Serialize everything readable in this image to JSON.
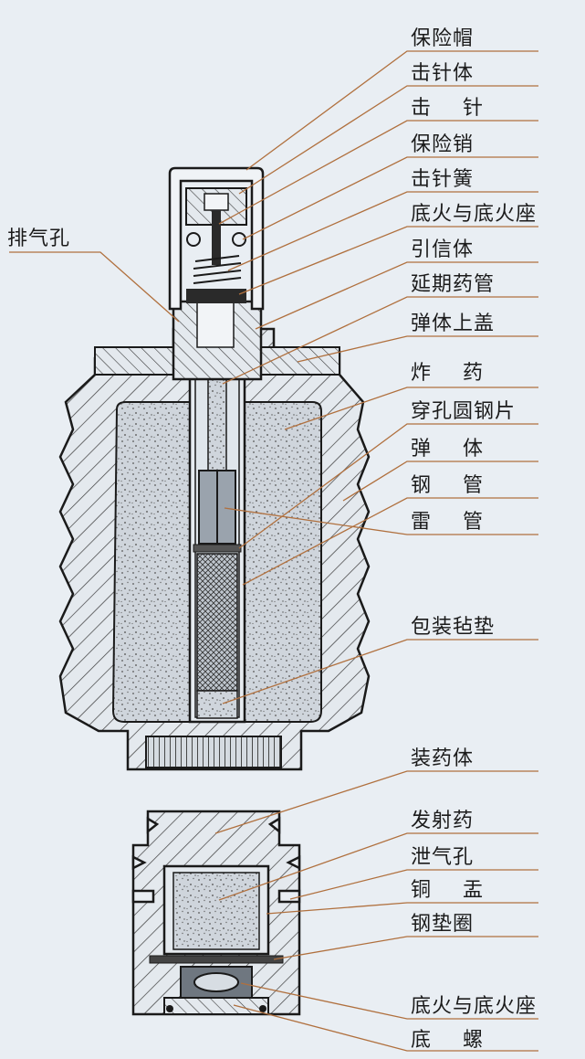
{
  "left_labels": [
    {
      "id": "exhaust_hole",
      "text": "排气孔"
    }
  ],
  "right_labels": [
    {
      "id": "safety_cap",
      "text": "保险帽"
    },
    {
      "id": "firing_pin_body",
      "text": "击针体"
    },
    {
      "id": "firing_pin",
      "text": "击 针"
    },
    {
      "id": "safety_pin",
      "text": "保险销"
    },
    {
      "id": "firing_pin_spring",
      "text": "击针簧"
    },
    {
      "id": "primer_and_seat_top",
      "text": "底火与底火座"
    },
    {
      "id": "fuze_body",
      "text": "引信体"
    },
    {
      "id": "delay_tube",
      "text": "延期药管"
    },
    {
      "id": "body_cover",
      "text": "弹体上盖"
    },
    {
      "id": "explosive",
      "text": "炸 药"
    },
    {
      "id": "perforated_disc",
      "text": "穿孔圆钢片"
    },
    {
      "id": "projectile_body",
      "text": "弹 体"
    },
    {
      "id": "steel_tube",
      "text": "钢 管"
    },
    {
      "id": "detonator",
      "text": "雷 管"
    },
    {
      "id": "felt_pad",
      "text": "包装毡垫"
    },
    {
      "id": "charge_body",
      "text": "装药体"
    },
    {
      "id": "propellant",
      "text": "发射药"
    },
    {
      "id": "vent_hole",
      "text": "泄气孔"
    },
    {
      "id": "copper_cup",
      "text": "铜 盂"
    },
    {
      "id": "steel_washer",
      "text": "钢垫圈"
    },
    {
      "id": "primer_and_seat_bottom",
      "text": "底火与底火座"
    },
    {
      "id": "base_screw",
      "text": "底 螺"
    }
  ],
  "colors": {
    "leader_line": "#b0703e",
    "outline": "#1a1a1a",
    "hatch": "#3a3a3a",
    "fill_section": "#dde3ea",
    "explosive_fill": "#c4cbd3",
    "background": "#e9eef3"
  }
}
